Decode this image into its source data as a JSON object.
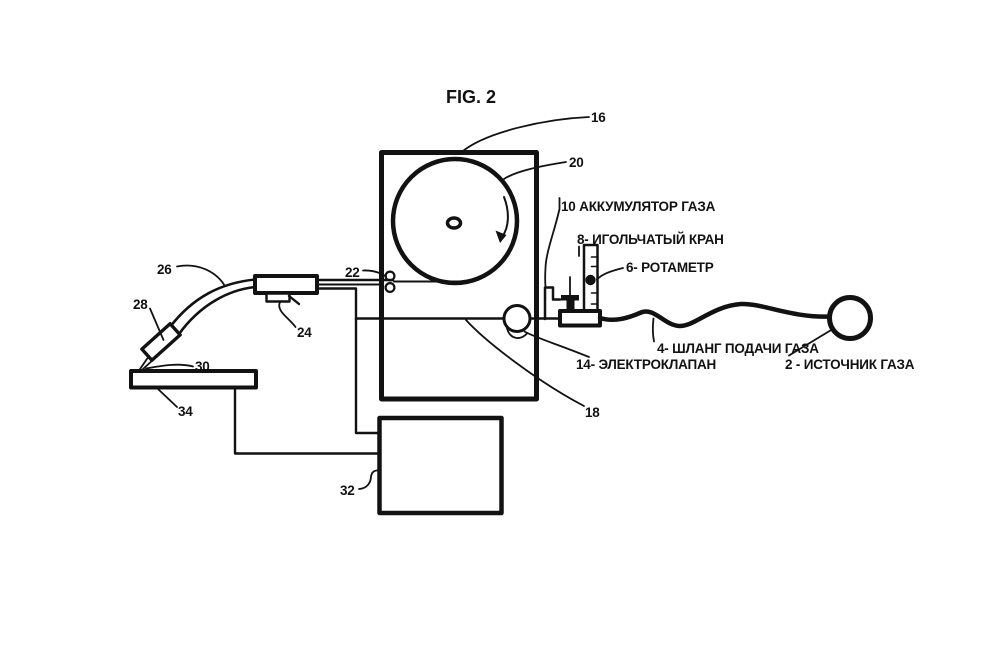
{
  "title": "FIG. 2",
  "colors": {
    "ink": "#121212",
    "paper": "#ffffff"
  },
  "labels": {
    "n2": "2 - ИСТОЧНИК ГАЗА",
    "n4": "4- ШЛАНГ ПОДАЧИ ГАЗА",
    "n6": "6- РОТАМЕТР",
    "n8": "8- ИГОЛЬЧАТЫЙ КРАН",
    "n10": "10 АККУМУЛЯТОР ГАЗА",
    "n14": "14- ЭЛЕКТРОКЛАПАН",
    "n16": "16",
    "n18": "18",
    "n20": "20",
    "n22": "22",
    "n24": "24",
    "n26": "26",
    "n28": "28",
    "n30": "30",
    "n32": "32",
    "n34": "34"
  }
}
